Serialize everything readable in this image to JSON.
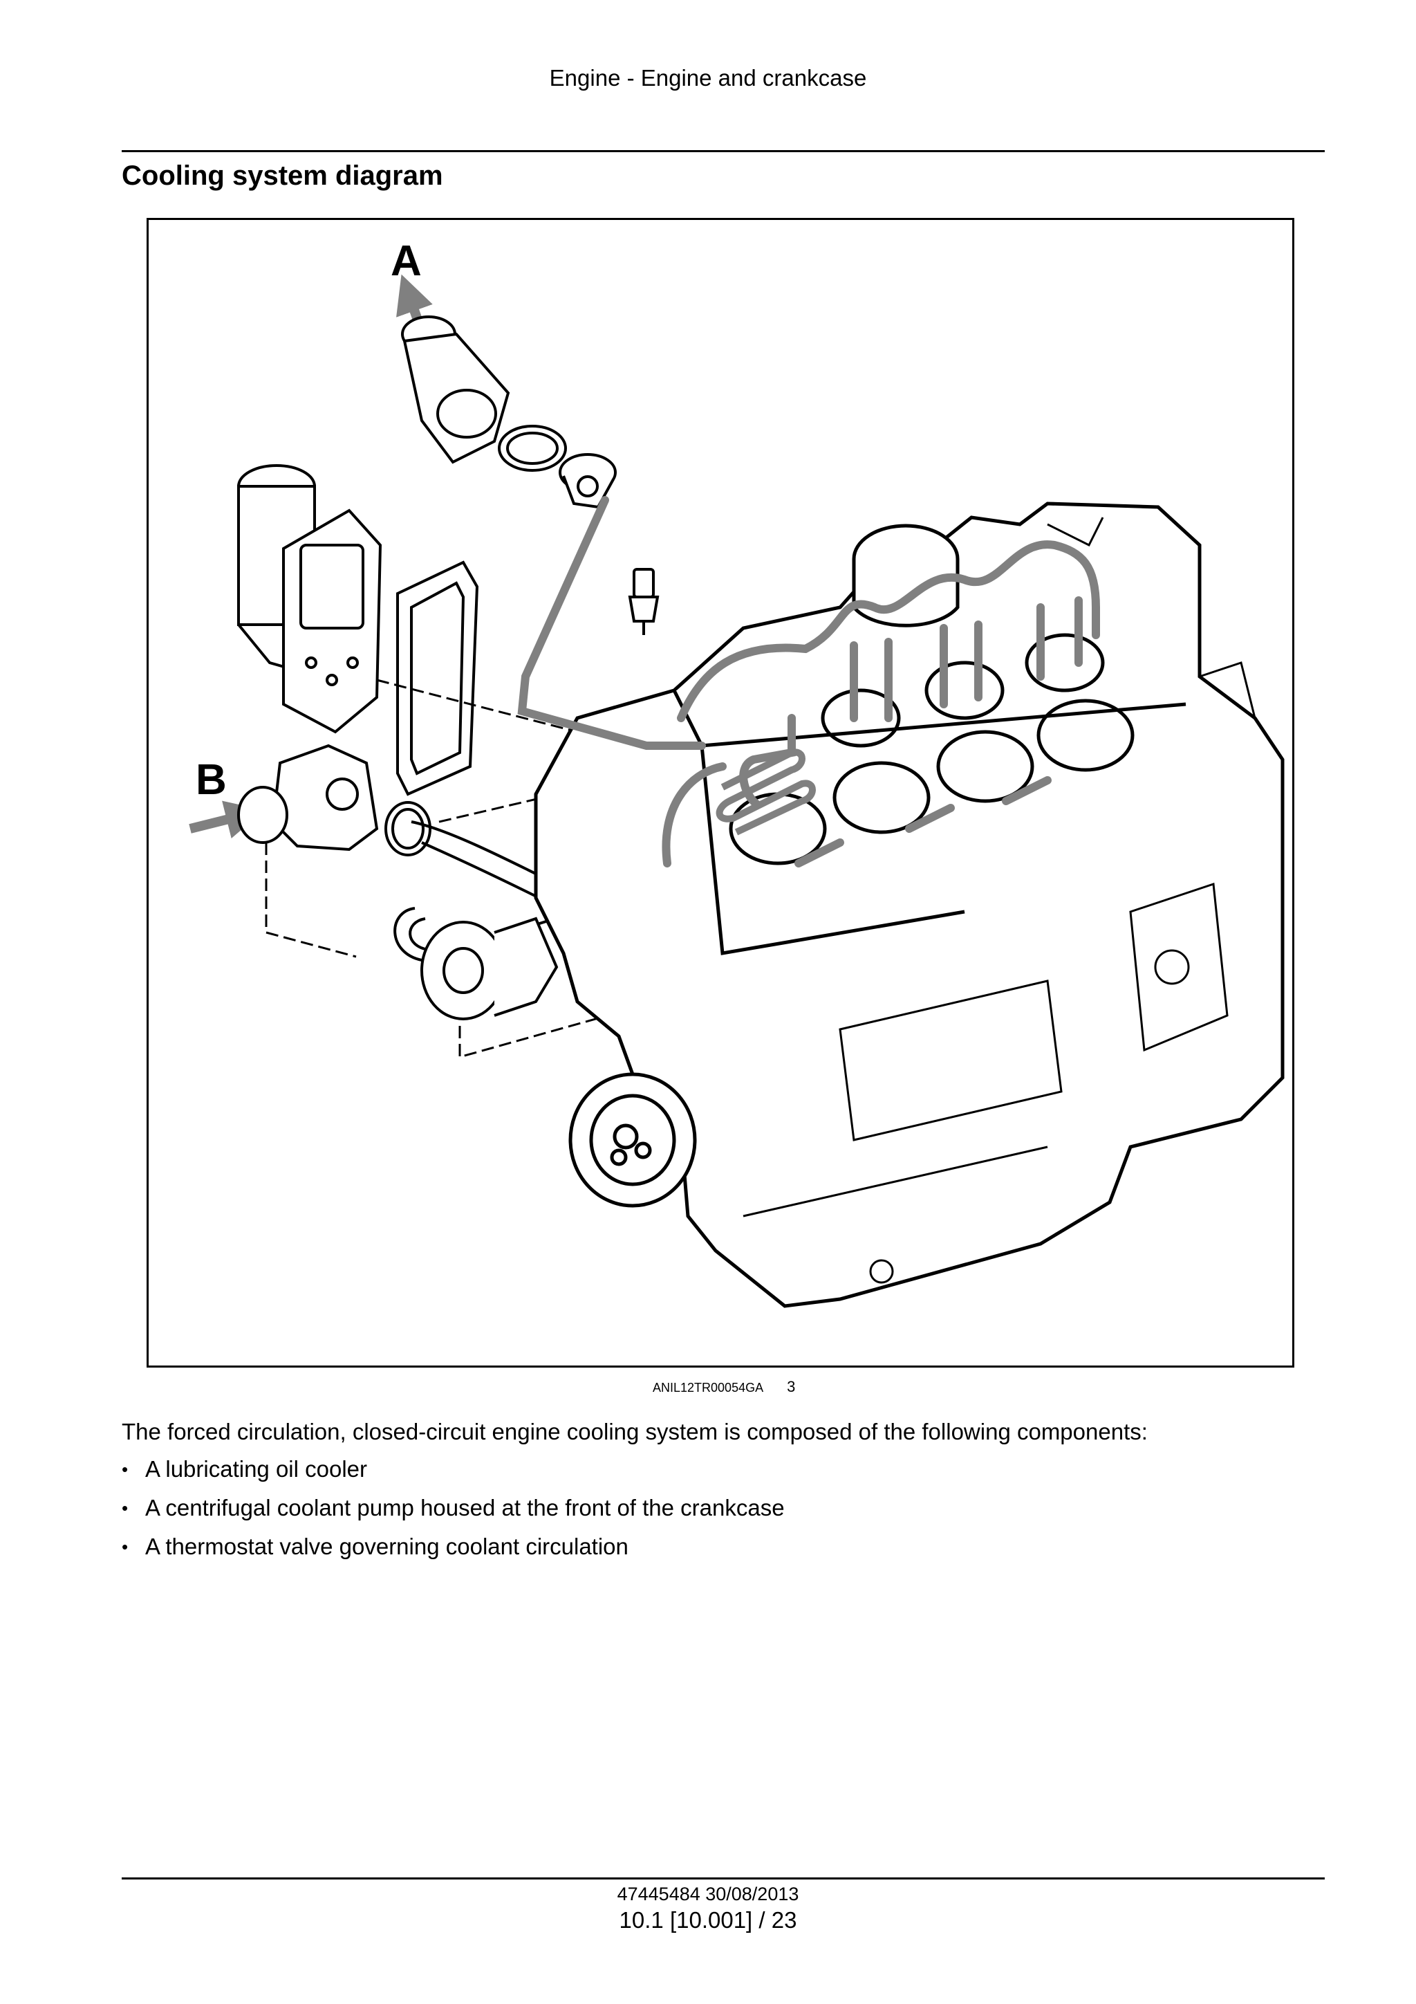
{
  "header": {
    "running_title": "Engine - Engine and crankcase"
  },
  "section": {
    "title": "Cooling system diagram"
  },
  "figure": {
    "callouts": {
      "a": "A",
      "b": "B"
    },
    "caption_code": "ANIL12TR00054GA",
    "caption_number": "3",
    "flow_color": "#808080"
  },
  "body": {
    "intro": "The forced circulation, closed-circuit engine cooling system is composed of the following components:",
    "components": [
      "A lubricating oil cooler",
      "A centrifugal coolant pump housed at the front of the crankcase",
      "A thermostat valve governing coolant circulation"
    ]
  },
  "footer": {
    "doc_code": "47445484 30/08/2013",
    "page": "10.1 [10.001] / 23"
  }
}
